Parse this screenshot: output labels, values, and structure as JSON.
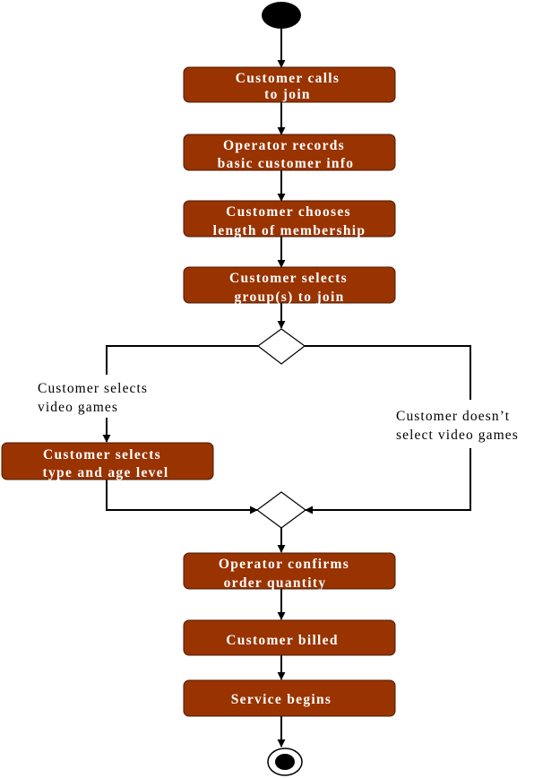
{
  "colors": {
    "activity_fill": "#993300",
    "activity_text": "#ffffff",
    "line": "#000000",
    "background": "#ffffff"
  },
  "nodes": {
    "start": {
      "type": "initial-node"
    },
    "calls": {
      "line1": "Customer calls",
      "line2": "to join"
    },
    "records": {
      "line1": "Operator records",
      "line2": "basic customer info"
    },
    "length": {
      "line1": "Customer chooses",
      "line2": "length of membership"
    },
    "groups": {
      "line1": "Customer selects",
      "line2": "group(s) to join"
    },
    "decision": {
      "type": "decision-node"
    },
    "type_age": {
      "line1": "Customer selects",
      "line2": "type and age level"
    },
    "merge": {
      "type": "merge-node"
    },
    "confirms": {
      "line1": "Operator confirms",
      "line2": "order quantity"
    },
    "billed": {
      "line1": "Customer billed"
    },
    "service": {
      "line1": "Service begins"
    },
    "end": {
      "type": "final-node"
    }
  },
  "guards": {
    "left": {
      "line1": "Customer selects",
      "line2": "video games"
    },
    "right": {
      "line1": "Customer doesn’t",
      "line2": "select video games"
    }
  }
}
